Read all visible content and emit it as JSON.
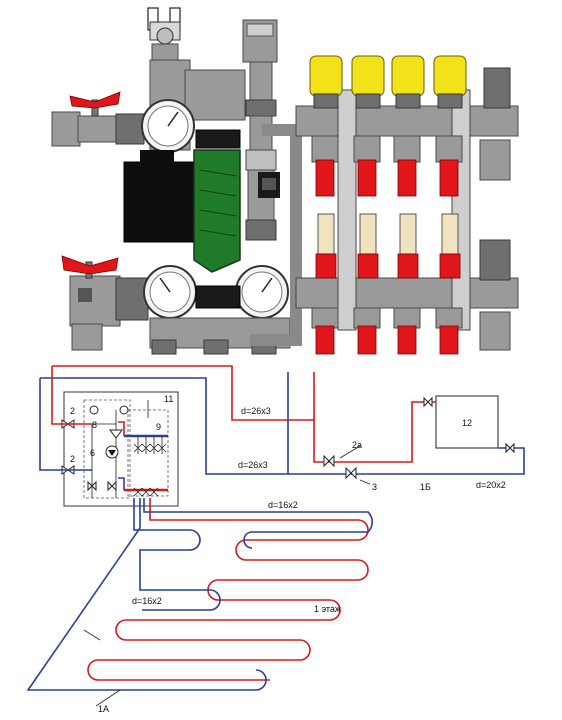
{
  "labels": {
    "pipe_main_supply": "d=26x3",
    "pipe_main_return": "d=26x3",
    "pipe_loop_upper": "d=16x2",
    "pipe_loop_lower": "d=16x2",
    "pipe_radiator": "d=20x2",
    "num_2_top": "2",
    "num_2_bottom": "2",
    "num_8": "8",
    "num_6": "6",
    "num_9": "9",
    "num_11": "11",
    "num_12": "12",
    "num_2a": "2a",
    "num_3": "3",
    "num_1b": "1Б",
    "num_1a": "1А",
    "floor": "1 этаж"
  },
  "icons": {
    "pump_motor": "pump-motor-icon",
    "gauge": "pressure-gauge-icon",
    "ball_valve": "ball-valve-icon",
    "actuator": "thermal-actuator-icon",
    "flowmeter": "flowmeter-icon",
    "radiator": "radiator-icon"
  },
  "colors": {
    "supply": "#d61a1a",
    "return": "#2a3f9a",
    "pump_body": "#1f7a2a",
    "actuator": "#f2e21a",
    "valve_handle": "#e0161b"
  }
}
